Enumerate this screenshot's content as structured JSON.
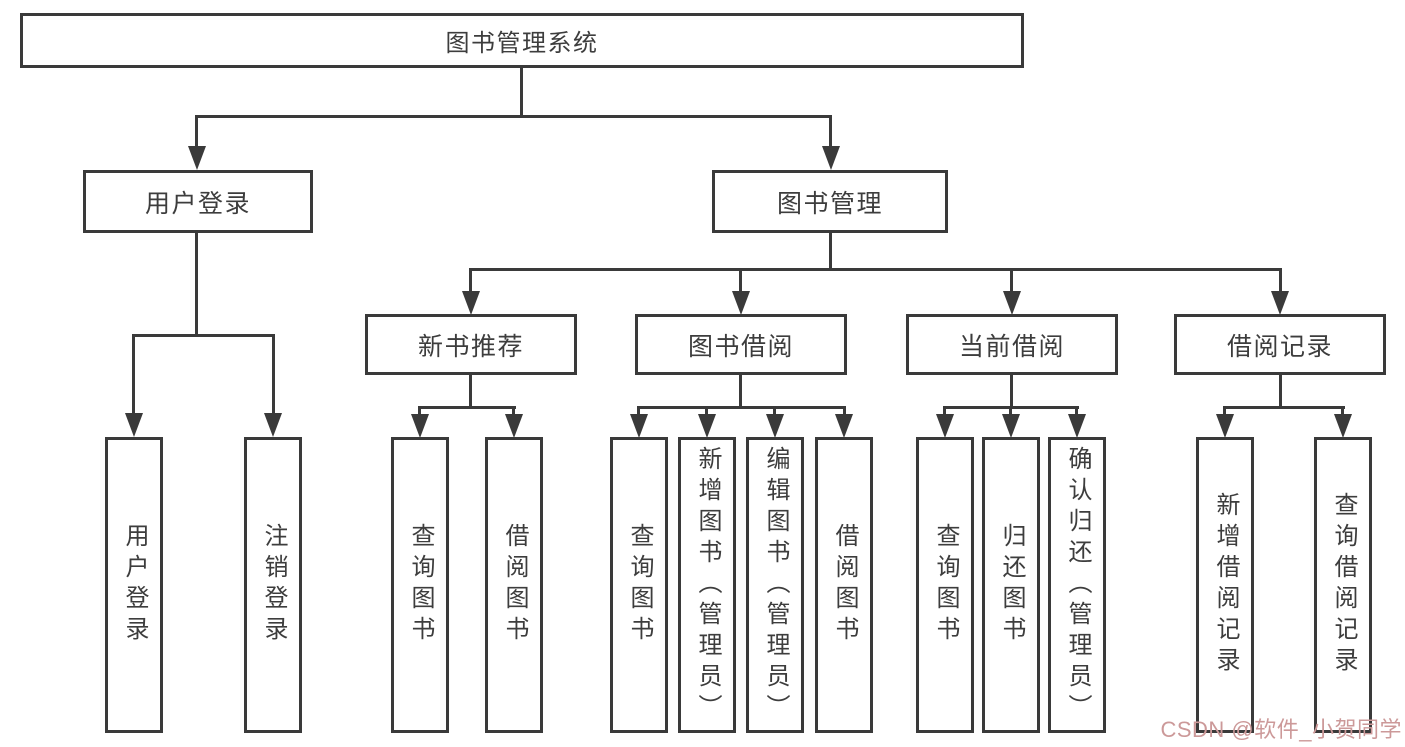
{
  "nodes": {
    "root": "图书管理系统",
    "user_login": "用户登录",
    "book_mgmt": "图书管理",
    "new_book_rec": "新书推荐",
    "book_borrow": "图书借阅",
    "current_borrow": "当前借阅",
    "borrow_records": "借阅记录",
    "leaves": {
      "user_login": [
        "用户登录",
        "注销登录"
      ],
      "new_book_rec": [
        "查询图书",
        "借阅图书"
      ],
      "book_borrow": [
        "查询图书",
        "新增图书（管理员）",
        "编辑图书（管理员）",
        "借阅图书"
      ],
      "current_borrow": [
        "查询图书",
        "归还图书",
        "确认归还（管理员）"
      ],
      "borrow_records": [
        "新增借阅记录",
        "查询借阅记录"
      ]
    }
  },
  "watermark": "CSDN @软件_小贺同学",
  "colors": {
    "line": "#3a3a3a",
    "text": "#3d3d3d",
    "background": "#ffffff",
    "watermark": "#cc9999"
  }
}
